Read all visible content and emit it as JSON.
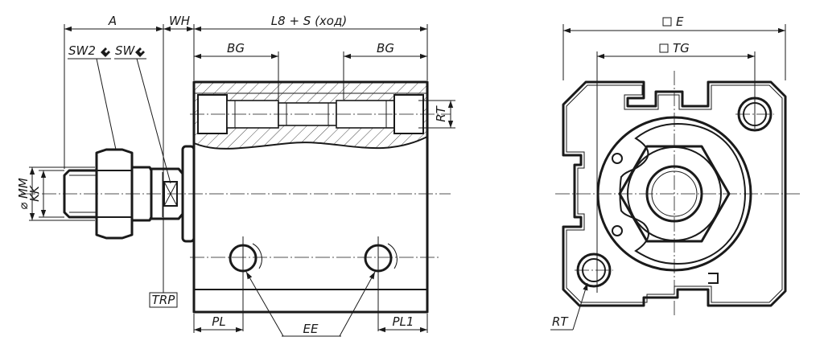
{
  "side_view": {
    "labels": {
      "a": "A",
      "wh": "WH",
      "l8_stroke": "L8 + S (ход)",
      "bg_left": "BG",
      "bg_right": "BG",
      "rt": "RT",
      "sw2": "SW2",
      "sw": "SW",
      "mm": "⌀ MM",
      "kk": "KK",
      "trp": "TRP",
      "pl": "PL",
      "ee": "EE",
      "pl1": "PL1"
    }
  },
  "front_view": {
    "labels": {
      "e": "E",
      "tg": "TG",
      "rt": "RT"
    }
  },
  "icons": [
    "wrench-icon",
    "square-symbol-icon"
  ]
}
